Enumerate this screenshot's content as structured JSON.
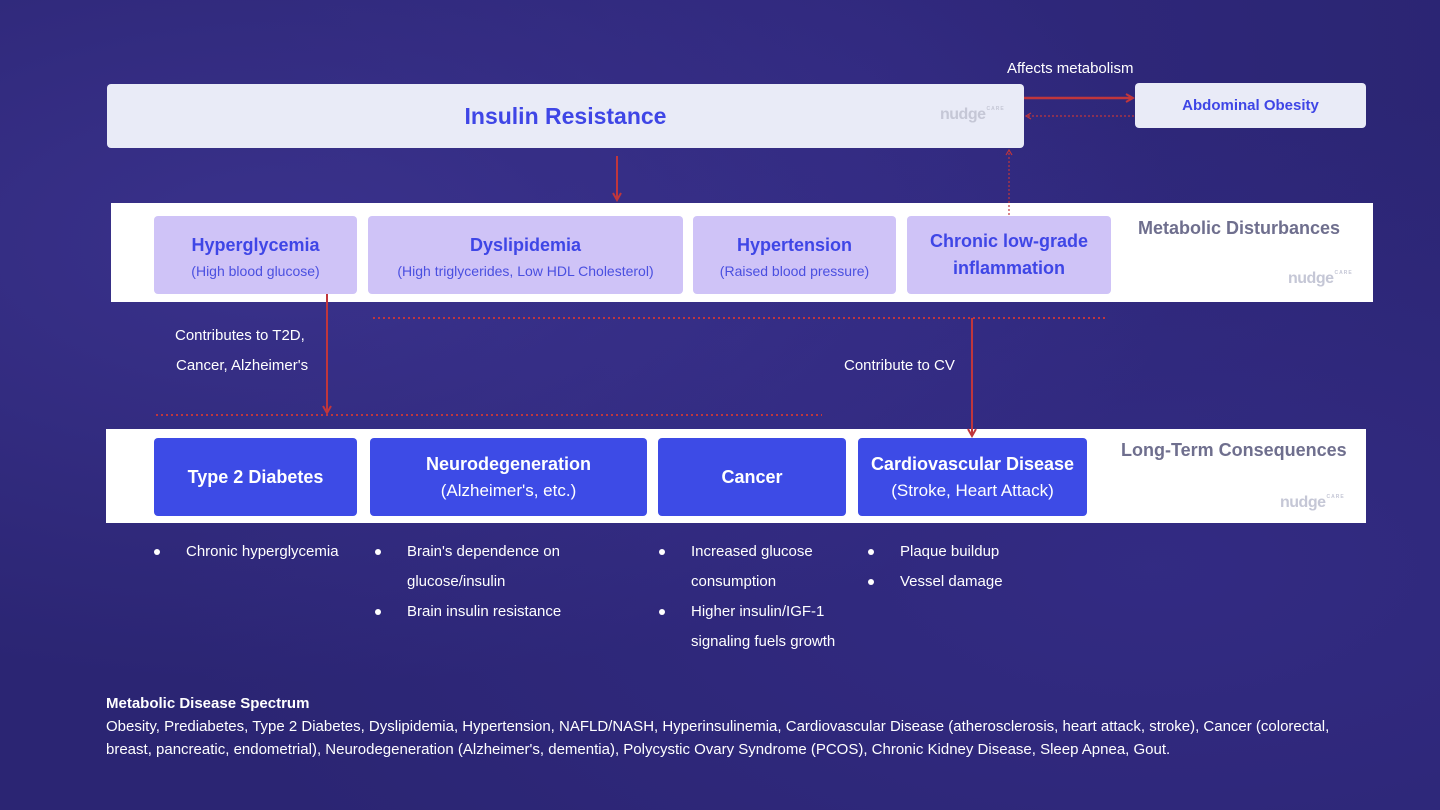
{
  "top": {
    "insulin_resistance": "Insulin Resistance",
    "abdominal_obesity": "Abdominal Obesity",
    "affects_metabolism": "Affects metabolism"
  },
  "logo": {
    "main": "nudge",
    "sup": "CARE"
  },
  "disturbances": {
    "label": "Metabolic Disturbances",
    "items": [
      {
        "title": "Hyperglycemia",
        "sub": "(High blood glucose)"
      },
      {
        "title": "Dyslipidemia",
        "sub": "(High triglycerides, Low HDL Cholesterol)"
      },
      {
        "title": "Hypertension",
        "sub": "(Raised blood pressure)"
      },
      {
        "title": "Chronic low-grade inflammation",
        "sub": ""
      }
    ]
  },
  "connectors": {
    "contributes_line1": "Contributes to T2D,",
    "contributes_line2": "Cancer, Alzheimer's",
    "contribute_cv": "Contribute to CV"
  },
  "consequences": {
    "label": "Long-Term Consequences",
    "items": [
      {
        "title": "Type 2 Diabetes",
        "sub": ""
      },
      {
        "title": "Neurodegeneration",
        "sub": "(Alzheimer's, etc.)"
      },
      {
        "title": "Cancer",
        "sub": ""
      },
      {
        "title": "Cardiovascular Disease",
        "sub": "(Stroke, Heart Attack)"
      }
    ]
  },
  "bullets": {
    "t2d": [
      "Chronic hyperglycemia"
    ],
    "neuro": [
      "Brain's dependence on glucose/insulin",
      "Brain insulin resistance"
    ],
    "cancer": [
      "Increased glucose consumption",
      "Higher insulin/IGF-1 signaling fuels growth"
    ],
    "cv": [
      "Plaque buildup",
      "Vessel damage"
    ]
  },
  "spectrum": {
    "title": "Metabolic Disease Spectrum",
    "body": "Obesity, Prediabetes, Type 2 Diabetes, Dyslipidemia, Hypertension, NAFLD/NASH, Hyperinsulinemia, Cardiovascular Disease (atherosclerosis, heart attack, stroke), Cancer (colorectal, breast, pancreatic, endometrial), Neurodegeneration (Alzheimer's, dementia), Polycystic Ovary Syndrome (PCOS), Chronic Kidney Disease, Sleep Apnea, Gout."
  },
  "colors": {
    "background": "#2b2573",
    "accent_blue": "#3f46e6",
    "disturbance_fill": "#cfc3f7",
    "consequence_fill": "#3d4be6",
    "arrow_red": "#c0363c"
  }
}
